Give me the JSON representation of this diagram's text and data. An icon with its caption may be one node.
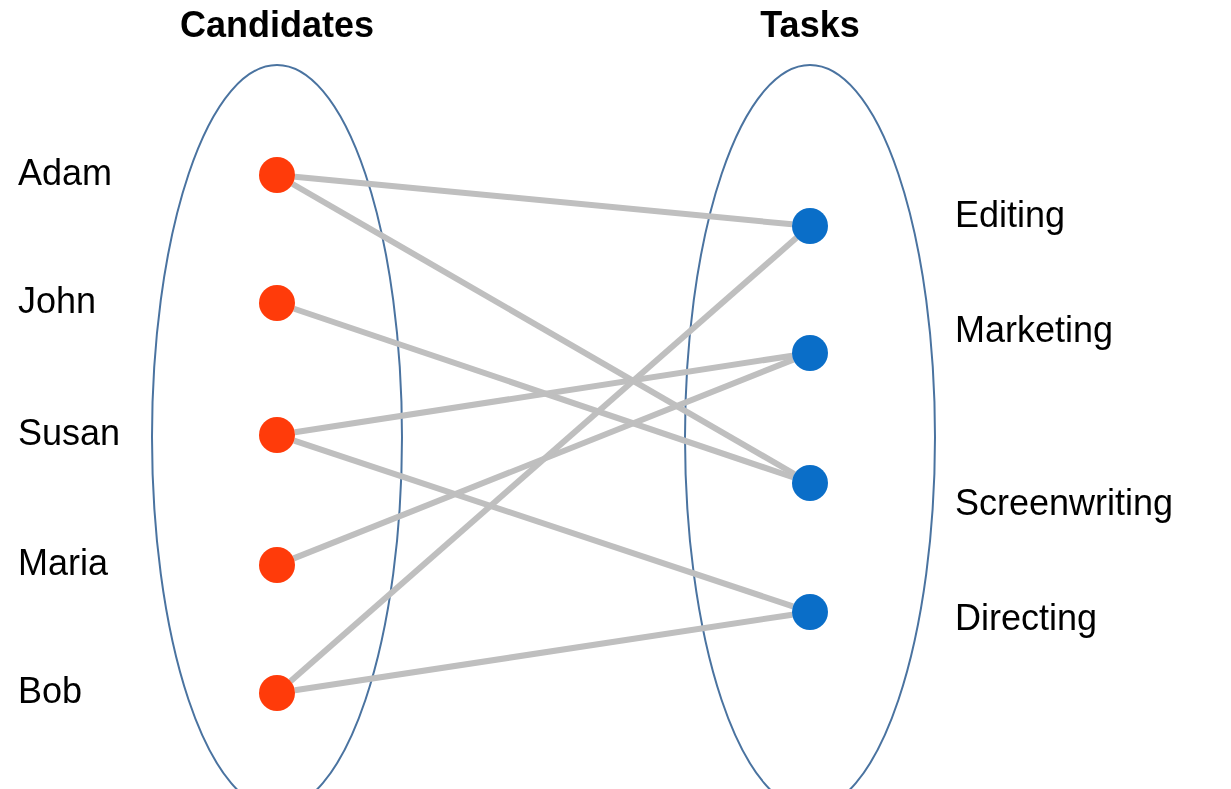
{
  "diagram": {
    "nodes": [
      {
        "text": [
          "Candidates"
        ]
      },
      {
        "text": [],
        "shape": "circle",
        "in": 0
      },
      {
        "text": [],
        "shape": "circle",
        "in": 0
      },
      {
        "text": [],
        "shape": "circle",
        "in": 0
      },
      {
        "text": [],
        "shape": "circle",
        "in": 0
      },
      {
        "text": [],
        "shape": "circle",
        "in": 0
      },
      {
        "text": [
          "Tasks"
        ]
      },
      {
        "text": [],
        "shape": "circle",
        "in": 6,
        "beside": [
          "Editing"
        ]
      },
      {
        "text": [],
        "shape": "circle",
        "in": 6,
        "beside": [
          "Marketing"
        ]
      },
      {
        "text": [],
        "shape": "circle",
        "in": 6,
        "beside": [
          "Screenwriting"
        ]
      },
      {
        "text": [],
        "shape": "circle",
        "in": 6,
        "beside": [
          "Directing"
        ]
      }
    ],
    "edges": [
      {
        "from": 1,
        "to": 7,
        "arrow": "none"
      },
      {
        "from": 1,
        "to": 9,
        "arrow": "none"
      },
      {
        "from": 2,
        "to": 9,
        "arrow": "none"
      },
      {
        "from": 3,
        "to": 8,
        "arrow": "none"
      },
      {
        "from": 3,
        "to": 10,
        "arrow": "none"
      },
      {
        "from": 4,
        "to": 8,
        "arrow": "none"
      },
      {
        "from": 5,
        "to": 7,
        "arrow": "none"
      },
      {
        "from": 5,
        "to": 10,
        "arrow": "none"
      }
    ],
    "labels": [
      "Adam",
      "John",
      "Susan",
      "Maria",
      "Bob"
    ]
  }
}
